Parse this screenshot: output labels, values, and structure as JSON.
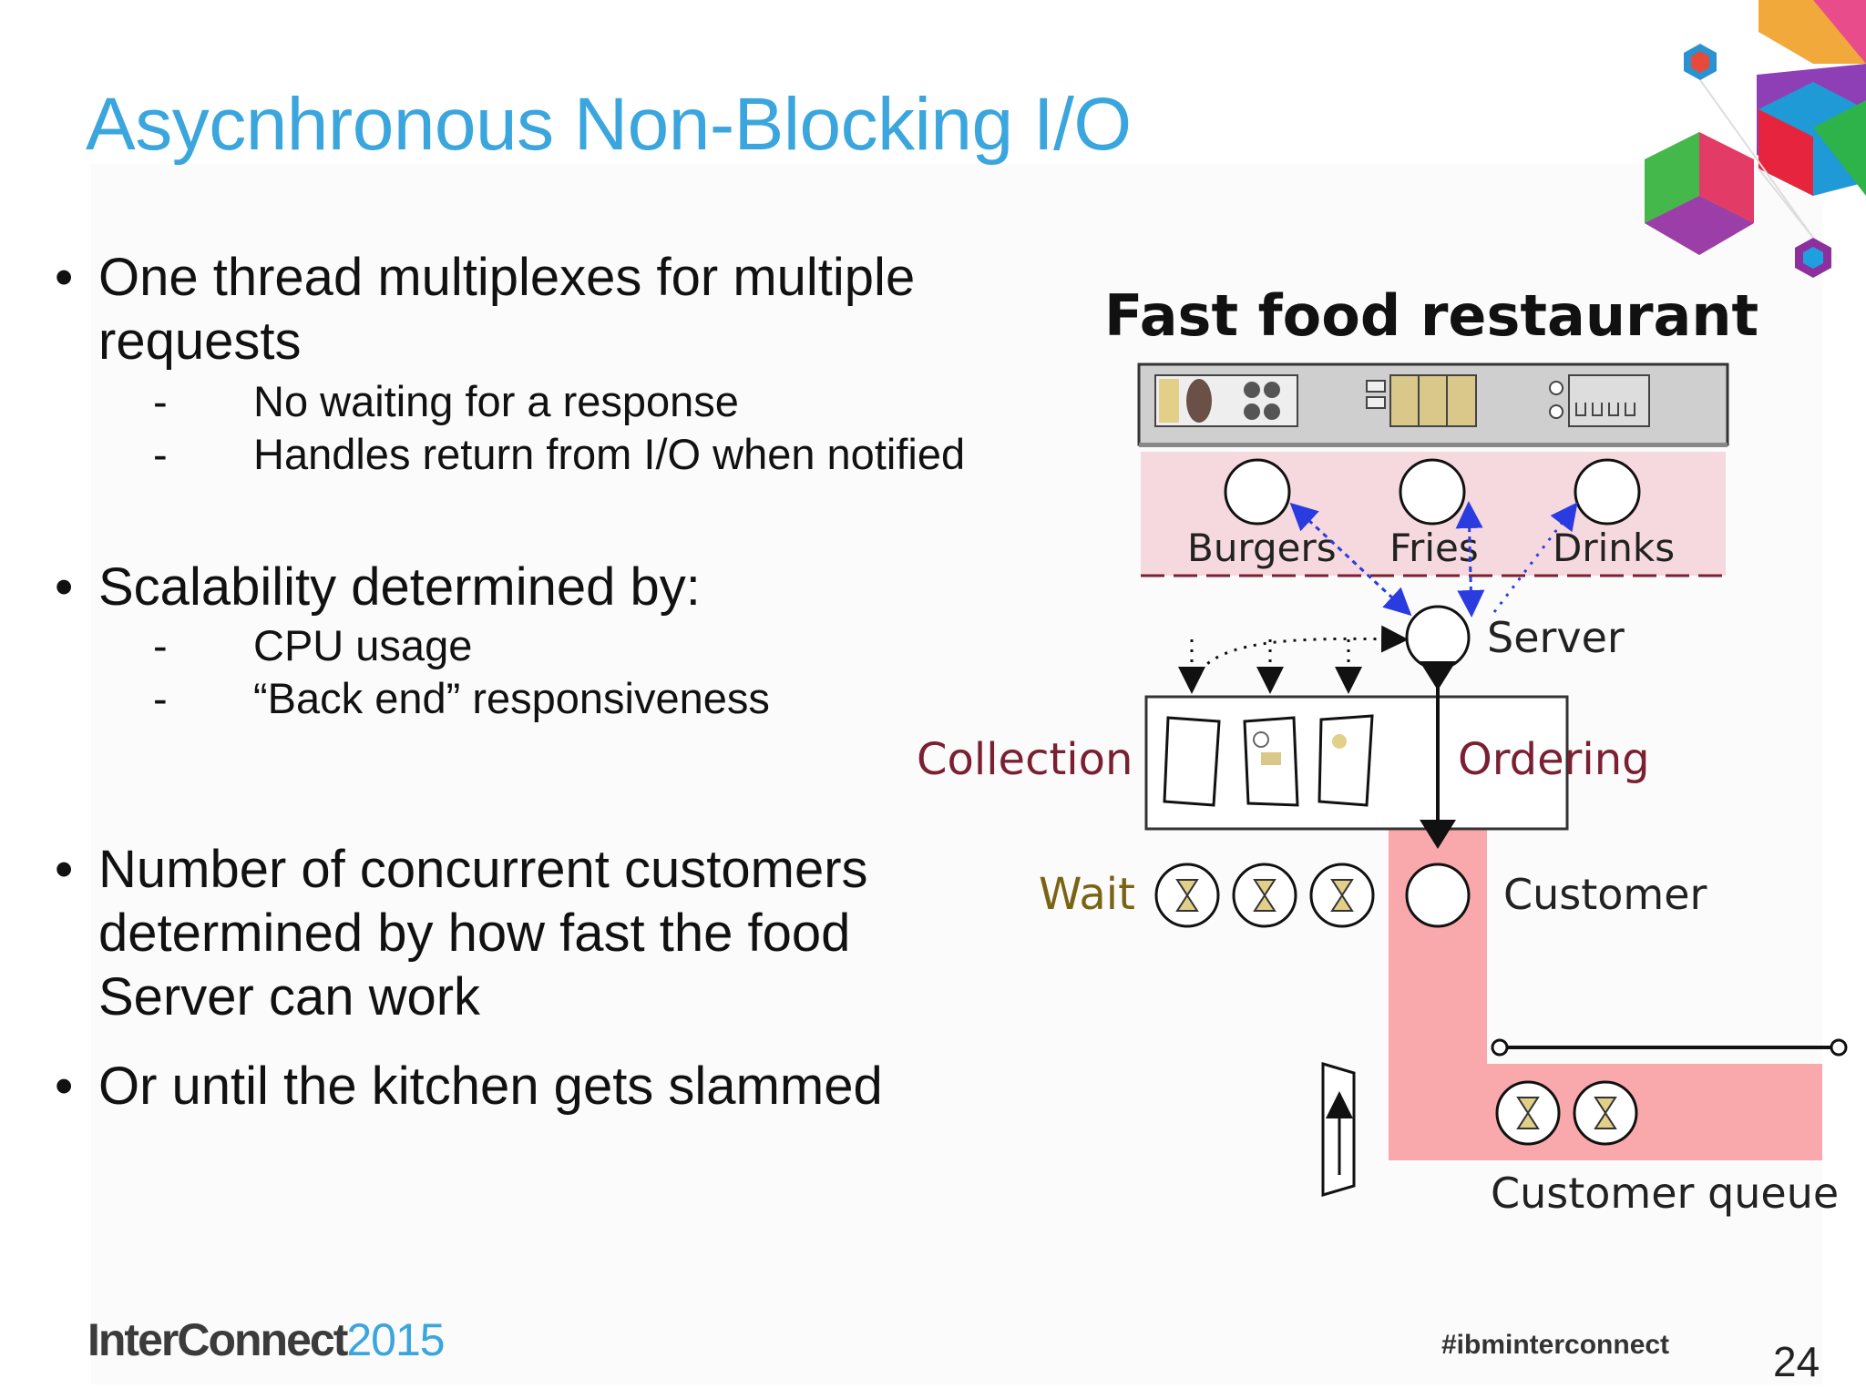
{
  "slide": {
    "title": "Asycnhronous Non-Blocking I/O",
    "page_number": "24",
    "hashtag": "#ibminterconnect",
    "footer_brand": "InterConnect",
    "footer_year": "2015"
  },
  "bullets": [
    {
      "lines": [
        "One thread multiplexes for multiple",
        "requests"
      ],
      "sub": [
        "No waiting for a response",
        "Handles return from I/O when notified"
      ]
    },
    {
      "lines": [
        "Scalability determined by:"
      ],
      "sub": [
        "CPU usage",
        "“Back end” responsiveness"
      ]
    },
    {
      "lines": [
        "Number of concurrent customers",
        "determined by how fast the food",
        "Server can work"
      ],
      "sub": []
    },
    {
      "lines": [
        "Or until the kitchen gets slammed"
      ],
      "sub": []
    }
  ],
  "bullet_char": "•",
  "dash_char": "-",
  "diagram": {
    "title": "Fast food restaurant",
    "stations": [
      "Burgers",
      "Fries",
      "Drinks"
    ],
    "server": "Server",
    "collection": "Collection",
    "ordering": "Ordering",
    "wait": "Wait",
    "customer": "Customer",
    "customer_queue": "Customer queue",
    "colors": {
      "title_blue": "#3aa6dd",
      "kitchen_zone": "#f6d9de",
      "queue_path": "#f9a8ab",
      "label_maroon": "#7a2032",
      "label_olive": "#7a6414",
      "arrow_blue": "#2a3be0"
    }
  }
}
